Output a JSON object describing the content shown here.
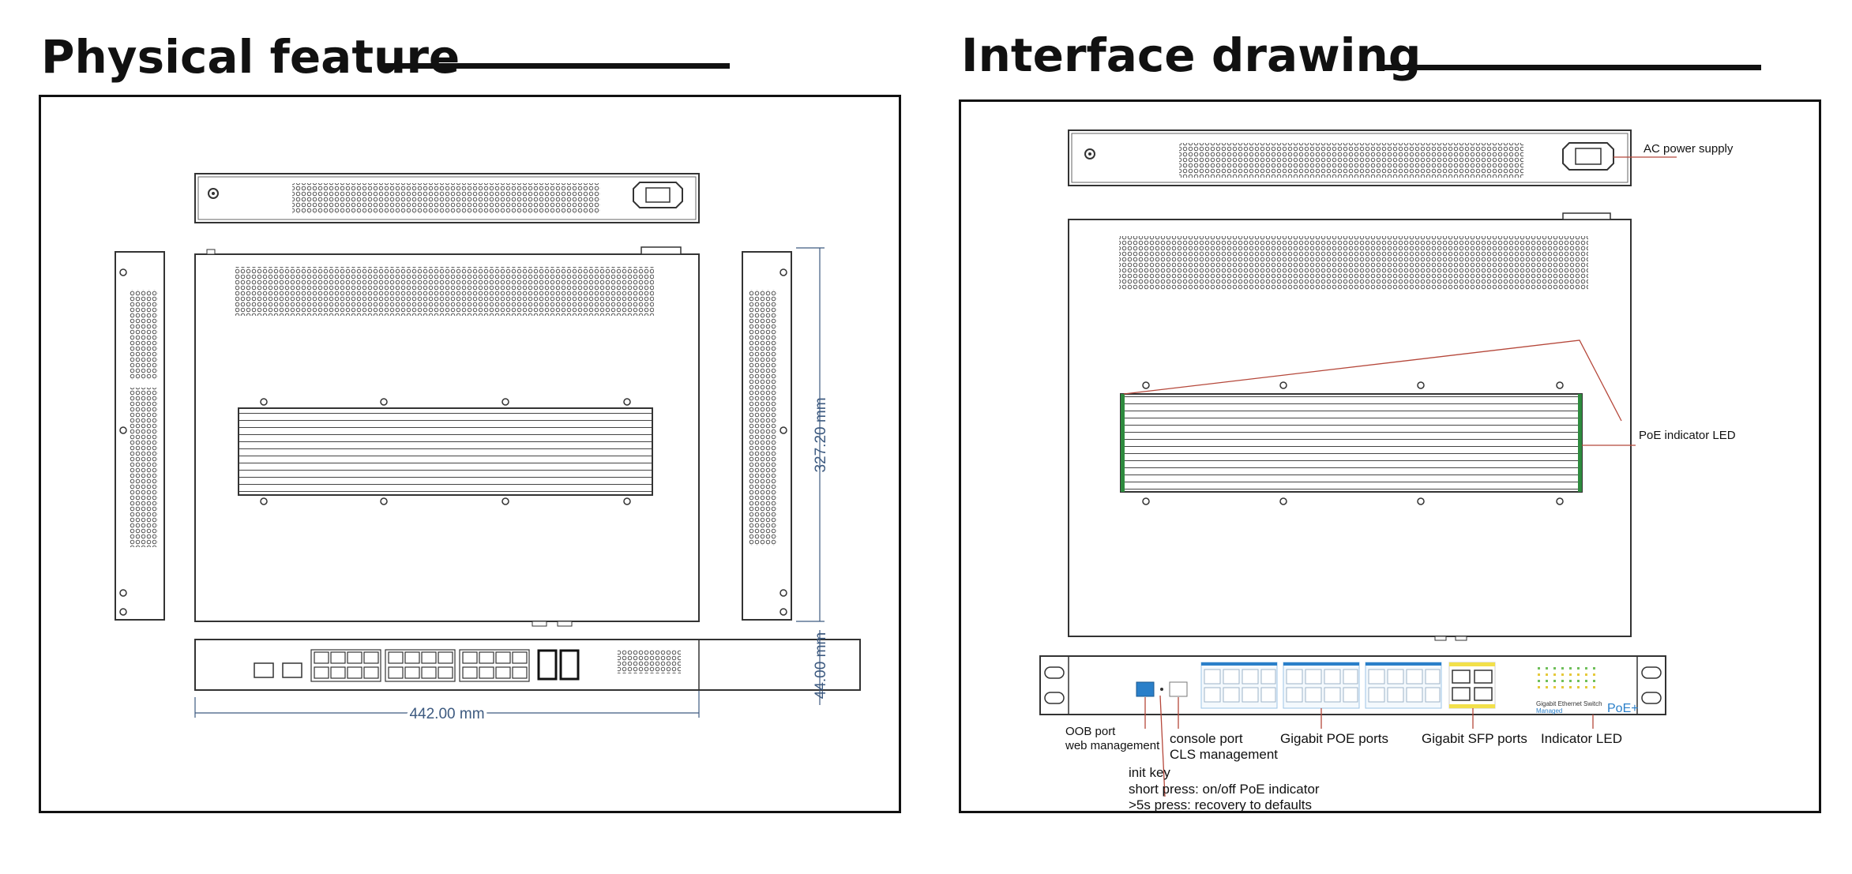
{
  "left": {
    "title": "Physical feature",
    "dims": {
      "depth": "327.20 mm",
      "height": "44.00 mm",
      "width": "442.00 mm"
    }
  },
  "right": {
    "title": "Interface drawing",
    "callouts": {
      "ac": "AC power supply",
      "poe_led": "PoE indicator LED",
      "oob_1": "OOB port",
      "oob_2": "web management",
      "console_1": "console port",
      "console_2": "CLS  management",
      "poe_ports": "Gigabit POE ports",
      "sfp_ports": "Gigabit SFP ports",
      "ind_led": "Indicator  LED",
      "init_1": "init key",
      "init_2": "short press: on/off PoE indicator",
      "init_3": ">5s press: recovery to defaults"
    },
    "front_logo": {
      "line1": "Gigabit Ethernet Switch",
      "line2": "Managed",
      "brand": "PoE+"
    }
  },
  "colors": {
    "line": "#333333",
    "dimension": "#3d5a80",
    "callout": "#b5473a",
    "led_green": "#2e8b3e",
    "port_blue": "#2a7fc9",
    "sfp_yellow": "#f2e04a"
  }
}
